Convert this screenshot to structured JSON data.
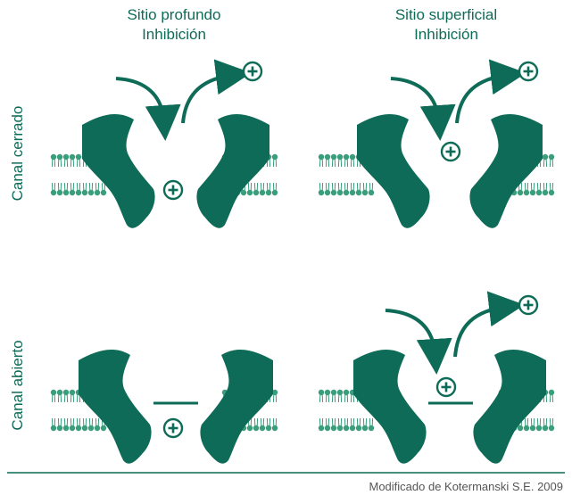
{
  "headers": [
    {
      "line1": "Sitio profundo",
      "line2": "Inhibición"
    },
    {
      "line1": "Sitio superficial",
      "line2": "Inhibición"
    }
  ],
  "rows": [
    {
      "label": "Canal cerrado"
    },
    {
      "label": "Canal abierto"
    }
  ],
  "ion_symbol": "+",
  "credit": "Modificado de Kotermanski S.E. 2009",
  "colors": {
    "protein": "#0e6b57",
    "lipid": "#3a9d7c",
    "text": "#0e6b57",
    "credit": "#555555",
    "rule": "#0e6b57"
  }
}
